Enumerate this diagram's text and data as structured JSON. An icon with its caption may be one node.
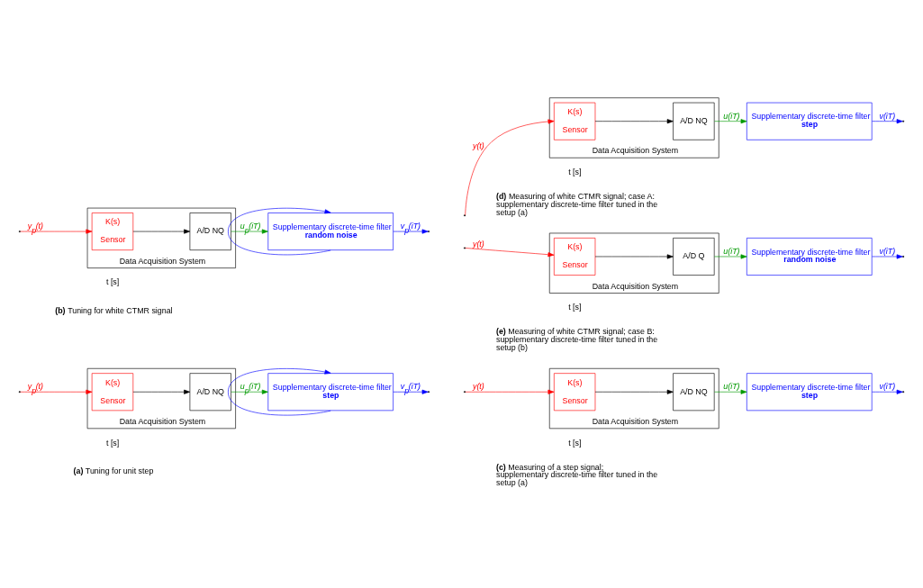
{
  "diagram": {
    "nodes": [
      {
        "text": [
          "Data Acquisition System"
        ]
      },
      {
        "text": [
          "K(s)",
          "Sensor"
        ],
        "in": 0
      },
      {
        "text": [
          "A/D NQ"
        ],
        "in": 0
      },
      {
        "text": [
          "Supplementary discrete-time filter",
          "step"
        ]
      },
      {
        "text": [
          "Data Acquisition System"
        ]
      },
      {
        "text": [
          "K(s)",
          "Sensor"
        ],
        "in": 4
      },
      {
        "text": [
          "A/D NQ"
        ],
        "in": 4
      },
      {
        "text": [
          "Supplementary discrete-time filter",
          "step"
        ]
      },
      {
        "text": [
          "Data Acquisition System"
        ]
      },
      {
        "text": [
          "K(s)",
          "Sensor"
        ],
        "in": 8
      },
      {
        "text": [
          "A/D NQ"
        ],
        "in": 8
      },
      {
        "text": [
          "Supplementary discrete-time filter",
          "step"
        ]
      },
      {
        "text": [
          "Data Acquisition System"
        ]
      },
      {
        "text": [
          "K(s)",
          "Sensor"
        ],
        "in": 12
      },
      {
        "text": [
          "A/D NQ"
        ],
        "in": 12
      },
      {
        "text": [
          "Supplementary discrete-time filter",
          "random noise"
        ]
      },
      {
        "text": [
          "Data Acquisition System"
        ]
      },
      {
        "text": [
          "K(s)",
          "Sensor"
        ],
        "in": 16
      },
      {
        "text": [
          "A/D Q"
        ],
        "in": 16
      },
      {
        "text": [
          "Supplementary discrete-time filter",
          "random noise"
        ]
      }
    ],
    "edges": [
      {
        "from": null,
        "to": 1,
        "arrow": "to",
        "label": "y$_{p}$(t)",
        "color": "#ff0000"
      },
      {
        "from": 1,
        "to": 2,
        "arrow": "to",
        "color": "#000000"
      },
      {
        "from": 2,
        "to": 3,
        "arrow": "to",
        "label": "u$_{p}$(iT)",
        "color": "#009900"
      },
      {
        "from": 3,
        "to": null,
        "arrow": "to",
        "label": "v$_{p}$(iT)",
        "color": "#0000ff"
      },
      {
        "from": 3,
        "to": 3,
        "arrow": "to",
        "color": "#0000ff"
      },
      {
        "from": null,
        "to": 5,
        "arrow": "to",
        "label": "y(t)",
        "color": "#ff0000"
      },
      {
        "from": 5,
        "to": 6,
        "arrow": "to",
        "color": "#000000"
      },
      {
        "from": 6,
        "to": 7,
        "arrow": "to",
        "label": "u(iT)",
        "color": "#009900"
      },
      {
        "from": 7,
        "to": null,
        "arrow": "to",
        "label": "v(iT)",
        "color": "#0000ff"
      },
      {
        "from": null,
        "to": 9,
        "arrow": "to",
        "label": "y(t)",
        "color": "#ff0000"
      },
      {
        "from": 9,
        "to": 10,
        "arrow": "to",
        "color": "#000000"
      },
      {
        "from": 10,
        "to": 11,
        "arrow": "to",
        "label": "u(iT)",
        "color": "#009900"
      },
      {
        "from": 11,
        "to": null,
        "arrow": "to",
        "label": "v(iT)",
        "color": "#0000ff"
      },
      {
        "from": null,
        "to": 13,
        "arrow": "to",
        "label": "y$_{p}$(t)",
        "color": "#ff0000"
      },
      {
        "from": 13,
        "to": 14,
        "arrow": "to",
        "color": "#000000"
      },
      {
        "from": 14,
        "to": 15,
        "arrow": "to",
        "label": "u$_{p}$(iT)",
        "color": "#009900"
      },
      {
        "from": 15,
        "to": null,
        "arrow": "to",
        "label": "v$_{p}$(iT)",
        "color": "#0000ff"
      },
      {
        "from": 15,
        "to": 15,
        "arrow": "to",
        "color": "#0000ff"
      },
      {
        "from": null,
        "to": 17,
        "arrow": "to",
        "label": "y(t)",
        "color": "#ff0000"
      },
      {
        "from": 17,
        "to": 18,
        "arrow": "to",
        "color": "#000000"
      },
      {
        "from": 18,
        "to": 19,
        "arrow": "to",
        "label": "u(iT)",
        "color": "#009900"
      },
      {
        "from": 19,
        "to": null,
        "arrow": "to",
        "label": "v(iT)",
        "color": "#0000ff"
      }
    ],
    "labels": [
      "t [s]",
      "**(a)** Tuning for unit step",
      "t [s]",
      "**(c)** Measuring of a step signal; supplementary discrete-time filter tuned in the setup (a)",
      "t [s]",
      "**(d)** Measuring of white CTMR signal; case A: supplementary discrete-time filter tuned in the setup (a)",
      "t [s]",
      "**(b)** Tuning for white CTMR signal",
      "t [s]",
      "**(e)** Measuring of white CTMR signal; case B: supplementary discrete-time filter tuned in the setup (b)"
    ]
  }
}
